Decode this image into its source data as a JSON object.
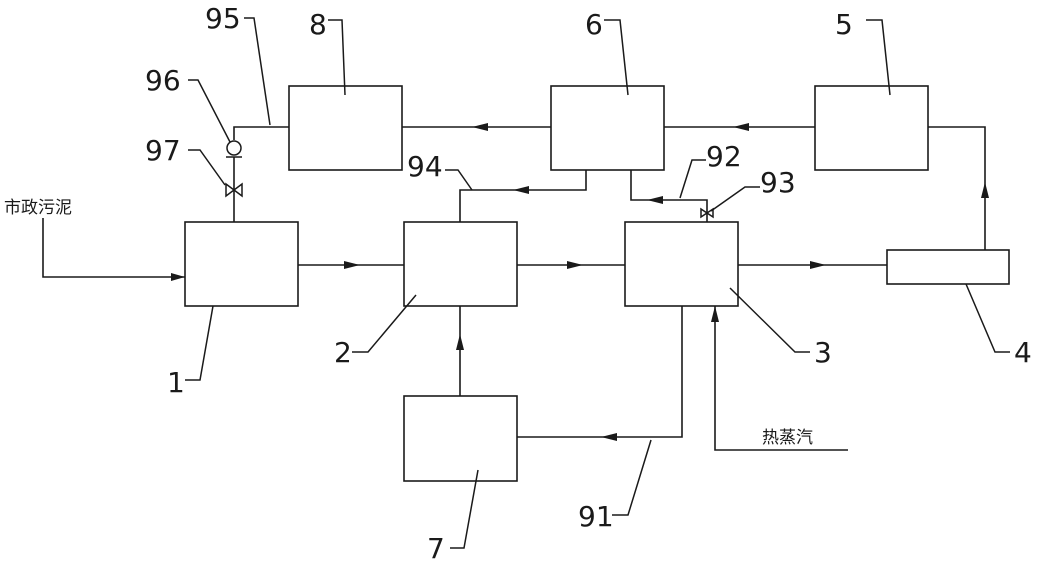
{
  "labels": {
    "unit_1": "1",
    "unit_2": "2",
    "unit_3": "3",
    "unit_4": "4",
    "unit_5": "5",
    "unit_6": "6",
    "unit_7": "7",
    "unit_8": "8",
    "pipe_91": "91",
    "pipe_92": "92",
    "valve_93": "93",
    "pipe_94": "94",
    "pipe_95": "95",
    "pump_96": "96",
    "valve_97": "97"
  },
  "inputs": {
    "municipal_sludge": "市政污泥",
    "hot_steam": "热蒸汽"
  }
}
